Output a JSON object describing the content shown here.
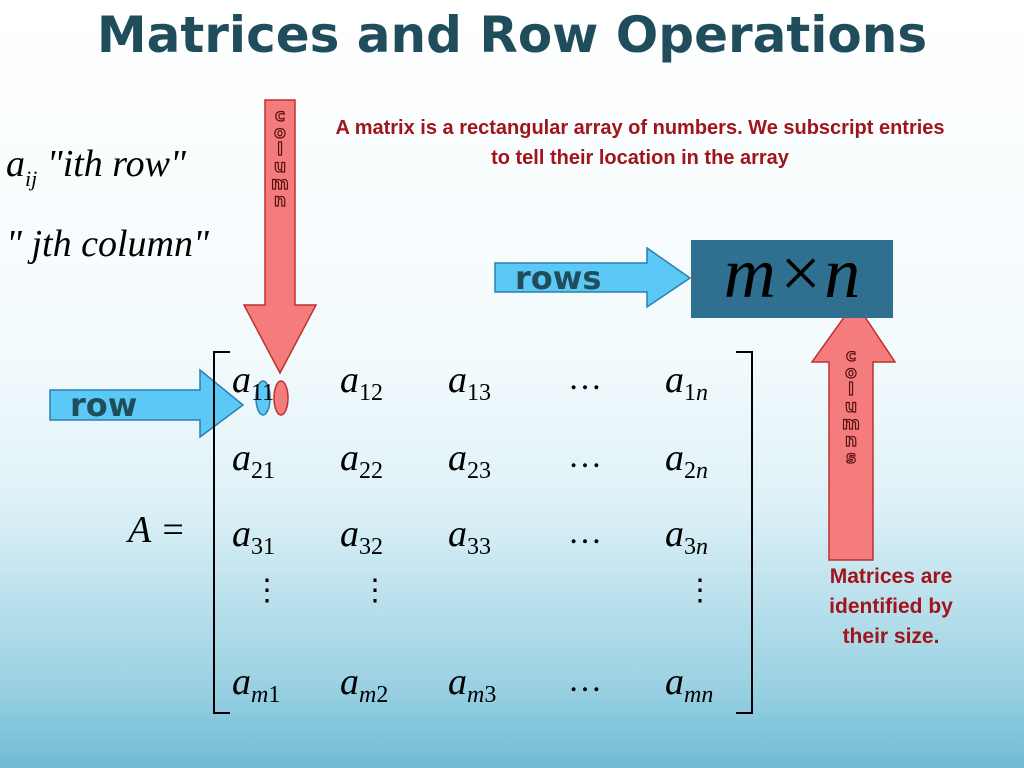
{
  "title": "Matrices and Row Operations",
  "notation": {
    "entry_base": "a",
    "entry_sub": "ij",
    "line1_text": " \"ith row\"",
    "line2_text": "\" jth column\""
  },
  "description": "A matrix is a rectangular array of numbers.  We subscript entries to tell their location in the array",
  "size": {
    "expression": "m×n",
    "rows_label": "rows",
    "columns_label": "columns"
  },
  "column_arrow_label": "column",
  "row_arrow_label": "row",
  "side_note": "Matrices are identified by their size.",
  "matrix": {
    "name_label": "A =",
    "rows": [
      [
        "11",
        "12",
        "13",
        "…",
        "1n"
      ],
      [
        "21",
        "22",
        "23",
        "…",
        "2n"
      ],
      [
        "31",
        "32",
        "33",
        "…",
        "3n"
      ],
      [
        "⋮",
        "⋮",
        "",
        "",
        "⋮"
      ],
      [
        "m1",
        "m2",
        "m3",
        "…",
        "mn"
      ]
    ]
  },
  "colors": {
    "title": "#1f4d5c",
    "red_text": "#a0141c",
    "arrow_blue": "#5bc8f5",
    "arrow_pink": "#f47c7c",
    "size_box": "#2f6f8f"
  }
}
